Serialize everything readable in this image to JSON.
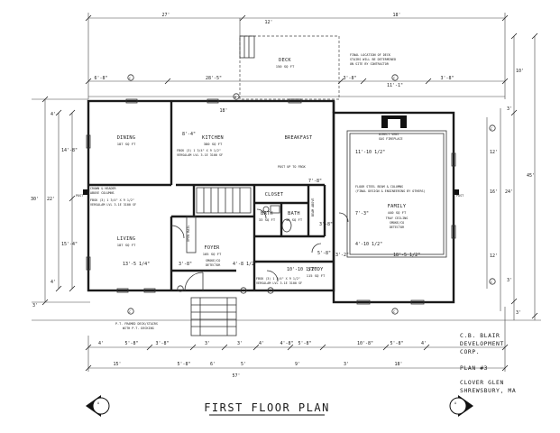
{
  "title": "FIRST FLOOR PLAN",
  "title_block": {
    "company": [
      "C.B. BLAIR",
      "DEVELOPMENT",
      "CORP."
    ],
    "plan": "PLAN #3",
    "location": [
      "CLOVER GLEN",
      "SHREWSBURY, MA"
    ]
  },
  "rooms": {
    "deck": {
      "name": "DECK",
      "area": "150 SQ FT"
    },
    "dining": {
      "name": "DINING",
      "area": "187 SQ FT"
    },
    "kitchen": {
      "name": "KITCHEN",
      "area": "380 SQ FT"
    },
    "breakfast": {
      "name": "BREAKFAST"
    },
    "living": {
      "name": "LIVING",
      "area": "187 SQ FT"
    },
    "foyer": {
      "name": "FOYER",
      "area": "105 SQ FT"
    },
    "closet": {
      "name": "CLOSET"
    },
    "bath1": {
      "name": "BATH",
      "area": "33 SQ FT"
    },
    "bath2": {
      "name": "BATH",
      "area": "40 SQ FT"
    },
    "study": {
      "name": "STUDY",
      "area": "115 SQ FT"
    },
    "family": {
      "name": "FAMILY",
      "area": "440 SQ FT"
    }
  },
  "notes": {
    "deck_stairs": [
      "FINAL LOCATION OF DECK",
      "STAIRS WILL BE DETERMINED",
      "ON SITE BY CONTRACTOR"
    ],
    "fireplace": [
      "DIRECT VENT",
      "GAS FIREPLACE"
    ],
    "beam": [
      "FLOOR STEEL BEAM & COLUMNS",
      "(FINAL DESIGN & ENGINEERING BY OTHERS)"
    ],
    "family_ceiling": "TRAY CEILING",
    "family_detector": [
      "SMOKE/CO",
      "DETECTOR"
    ],
    "crown": [
      "CROWN & HEADER",
      "ABOVE COLUMNS"
    ],
    "lvl_dining": [
      "FBGK (3) 1 3/4\" X 9 1/2\"",
      "VERSALAM LVL 3.1E 3100 SF"
    ],
    "lvl_kitchen": [
      "FBGK (3) 1 3/4\" X 9 1/2\"",
      "VERSALAM LVL 3.1E 3100 SF"
    ],
    "post_up": "POST UP TO FBGK",
    "lvl_study": [
      "FBGK (3) 1 3/4\" X 9 1/2\"",
      "VERSALAM LVL 3.1E 3100 SF"
    ],
    "foyer_detector": [
      "SMOKE/CO",
      "DETECTOR"
    ],
    "open_rail": "OPEN RAIL",
    "beam_vert": "BEAM ABOVE",
    "pt_framing": [
      "P.T. FRAMED DECK/STAIRS",
      "WITH P.T. DECKING"
    ],
    "post_left": "POST",
    "post_right": "POST"
  },
  "tags": [
    "C",
    "B",
    "C",
    "C",
    "C",
    "C",
    "C"
  ],
  "section_markers": [
    "A",
    "A"
  ],
  "dimensions": {
    "top_left": "27'",
    "top_mid": "12'",
    "top_right": "18'",
    "row2_a": "6'-8\"",
    "row2_b": "28'-5\"",
    "row2_c": "3'-8\"",
    "row2_d": "11'-1\"",
    "row2_e": "3'-8\"",
    "kitchen_width": "18'",
    "right_top": "10'",
    "right_a": "3'",
    "right_total": "45'",
    "right_b": "12'",
    "right_c": "16'",
    "right_d": "24'",
    "right_e": "12'",
    "right_f": "3'",
    "right_g": "3'",
    "left_a": "4'",
    "left_b": "14'-8\"",
    "left_total": "30'",
    "left_c": "22'",
    "left_d": "15'-4\"",
    "left_e": "4'",
    "left_f": "3'",
    "bot_a": "4'",
    "bot_b": "5'-8\"",
    "bot_c": "3'-8\"",
    "bot_d": "3'",
    "bot_e": "3'",
    "bot_f": "4'",
    "bot_g": "4'-8\"",
    "bot_h": "5'-8\"",
    "bot_i": "10'-8\"",
    "bot_j": "5'-8\"",
    "bot_k": "4'",
    "bot_l": "",
    "bot2_a": "15'",
    "bot2_b": "5'-8\"",
    "bot2_c": "6'",
    "bot2_d": "5'",
    "bot2_e": "9'",
    "bot2_f": "3'",
    "bot2_g": "18'",
    "overall_bottom": "57'",
    "kitchen_depth": "8'-4\"",
    "closet": "7'-8\"",
    "family_a": "11'-10 1/2\"",
    "family_b": "7'-3\"",
    "family_c": "4'-10 1/2\"",
    "family_d": "18'-5 1/2\"",
    "study": "10'-10 1/2\"",
    "living": "13'-5 1/4\"",
    "foyer_a": "3'-8\"",
    "foyer_b": "4'-8 1/2\"",
    "study_b": "5'-8\"",
    "bath_a": "3'-8\"",
    "bath_b": "3'-2\""
  }
}
